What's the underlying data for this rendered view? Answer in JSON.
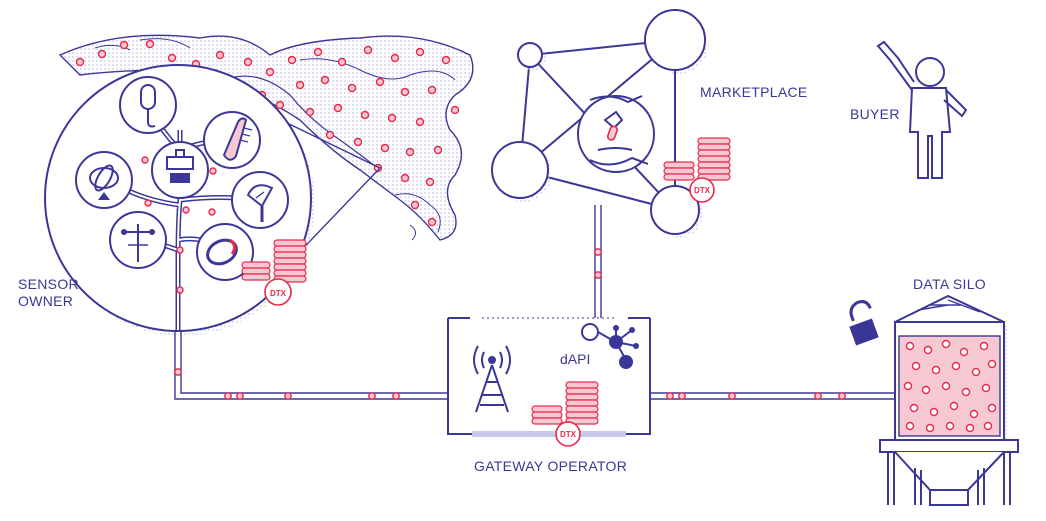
{
  "labels": {
    "sensor_owner_line1": "SENSOR",
    "sensor_owner_line2": "OWNER",
    "marketplace": "MARKETPLACE",
    "buyer": "BUYER",
    "data_silo": "DATA SILO",
    "gateway_operator": "GATEWAY OPERATOR",
    "dapi": "dAPI"
  },
  "tokens": {
    "symbol": "DTX"
  },
  "colors": {
    "ink": "#3b3798",
    "accent": "#e8294b",
    "dot_fill": "#f6c9d2",
    "hatch": "#c9c7e8",
    "background": "#ffffff"
  },
  "icons": {
    "sensor_tree": [
      "microphone-icon",
      "thermometer-icon",
      "scale-icon",
      "gyroscope-icon",
      "anemometer-icon",
      "shower-head-icon",
      "wristband-icon"
    ],
    "gateway": "radio-tower-icon",
    "dapi": "network-node-icon",
    "marketplace": "hand-exchange-icon",
    "data_silo": "silo-icon",
    "lock": "unlocked-padlock-icon",
    "buyer": "person-waving-icon"
  }
}
